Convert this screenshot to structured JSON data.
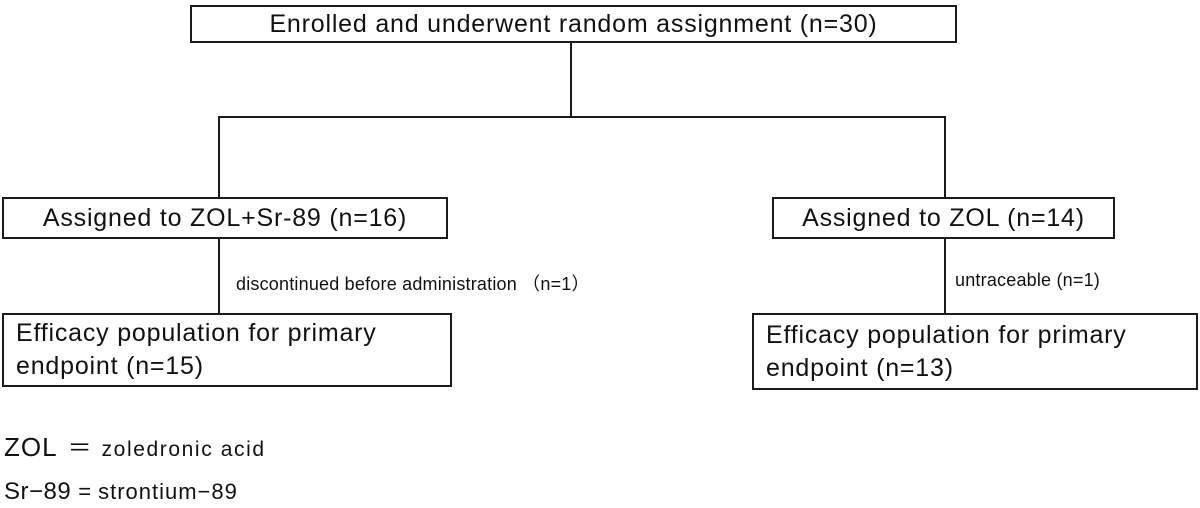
{
  "diagram": {
    "type": "consort-flow",
    "boxes": {
      "enrolled": {
        "text": "Enrolled and underwent random assignment (n=30)"
      },
      "assigned_left": {
        "text": "Assigned to ZOL+Sr-89 (n=16)"
      },
      "assigned_right": {
        "text": "Assigned to ZOL (n=14)"
      },
      "efficacy_left": {
        "text": "Efficacy population for primary endpoint (n=15)"
      },
      "efficacy_right": {
        "text": "Efficacy population for primary endpoint (n=13)"
      }
    },
    "annotations": {
      "left": "discontinued before administration （n=1）",
      "right": "untraceable (n=1)"
    },
    "legend": {
      "line1_term": "ZOL",
      "line1_eq": "＝",
      "line1_def": "zoledronic acid",
      "line2_term": "Sr−89",
      "line2_eq": "=",
      "line2_def": "strontium−89"
    },
    "colors": {
      "line": "#1b1b1b",
      "text": "#111111",
      "background": "#ffffff"
    }
  }
}
